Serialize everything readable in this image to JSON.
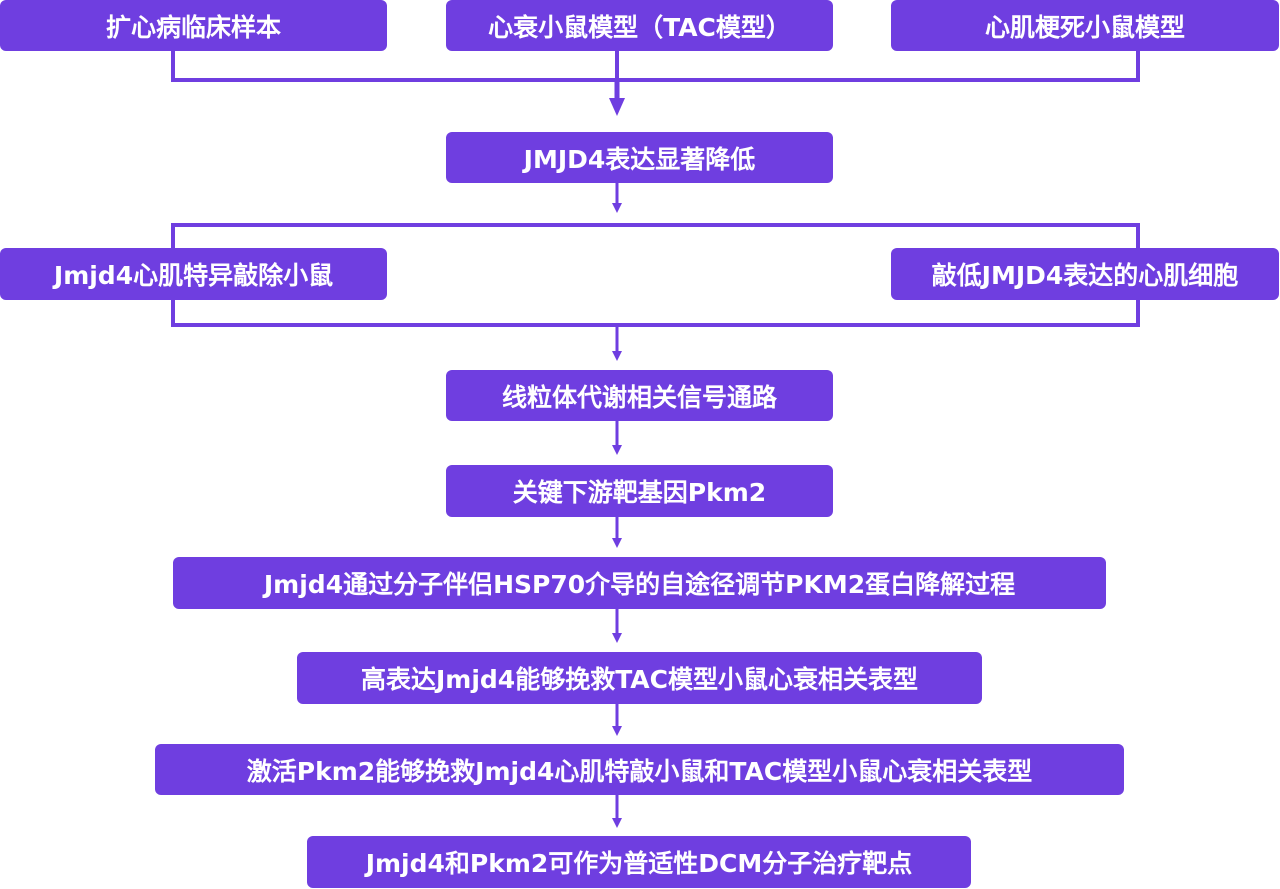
{
  "colors": {
    "box": "#6f3ee0",
    "connector": "#6f3ee0",
    "text": "#ffffff"
  },
  "sources": {
    "clinical": "扩心病临床样本",
    "tac_model": "心衰小鼠模型（TAC模型）",
    "mi_model": "心肌梗死小鼠模型"
  },
  "steps": {
    "expression_down": "JMJD4表达显著降低",
    "knockout_mouse": "Jmjd4心肌特异敲除小鼠",
    "knockdown_cells": "敲低JMJD4表达的心肌细胞",
    "pathway": "线粒体代谢相关信号通路",
    "target_gene": "关键下游靶基因Pkm2",
    "mechanism": "Jmjd4通过分子伴侣HSP70介导的自途径调节PKM2蛋白降解过程",
    "rescue_overexpress": "高表达Jmjd4能够挽救TAC模型小鼠心衰相关表型",
    "rescue_activate": "激活Pkm2能够挽救Jmjd4心肌特敲小鼠和TAC模型小鼠心衰相关表型",
    "conclusion": "Jmjd4和Pkm2可作为普适性DCM分子治疗靶点"
  }
}
